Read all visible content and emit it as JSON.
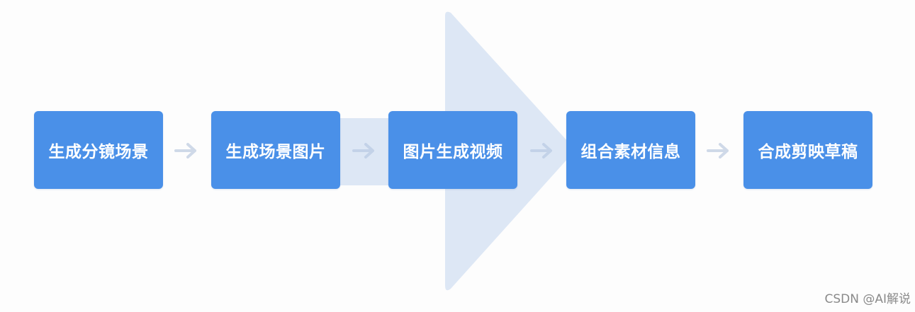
{
  "diagram": {
    "steps": [
      {
        "label": "生成分镜场景"
      },
      {
        "label": "生成场景图片"
      },
      {
        "label": "图片生成视频"
      },
      {
        "label": "组合素材信息"
      },
      {
        "label": "合成剪映草稿"
      }
    ]
  },
  "colors": {
    "box": "#4a90e8",
    "box_text": "#ffffff",
    "connector_arrow": "#cfd9e8",
    "background_arrow": "#dde7f5"
  },
  "watermark": {
    "text": "CSDN @AI解说"
  }
}
